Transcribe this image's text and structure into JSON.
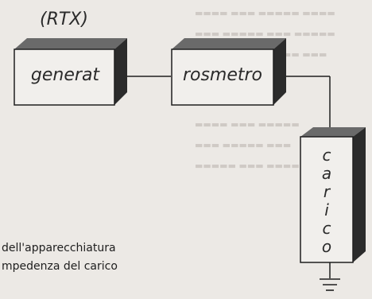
{
  "diagram": {
    "top_label": "(RTX)",
    "generator_label": "generat",
    "meter_label": "rosmetro",
    "load_label_letters": [
      "c",
      "a",
      "r",
      "i",
      "c",
      "o"
    ],
    "caption_line_1": "dell'apparecchiatura",
    "caption_line_2": "mpedenza del carico",
    "colors": {
      "box_front": "#f1efec",
      "box_side": "#2b2b2b",
      "box_top": "#6a6a6a",
      "line": "#1f1f1f",
      "background": "#ece9e5"
    },
    "icons": [
      "ground-icon"
    ]
  }
}
